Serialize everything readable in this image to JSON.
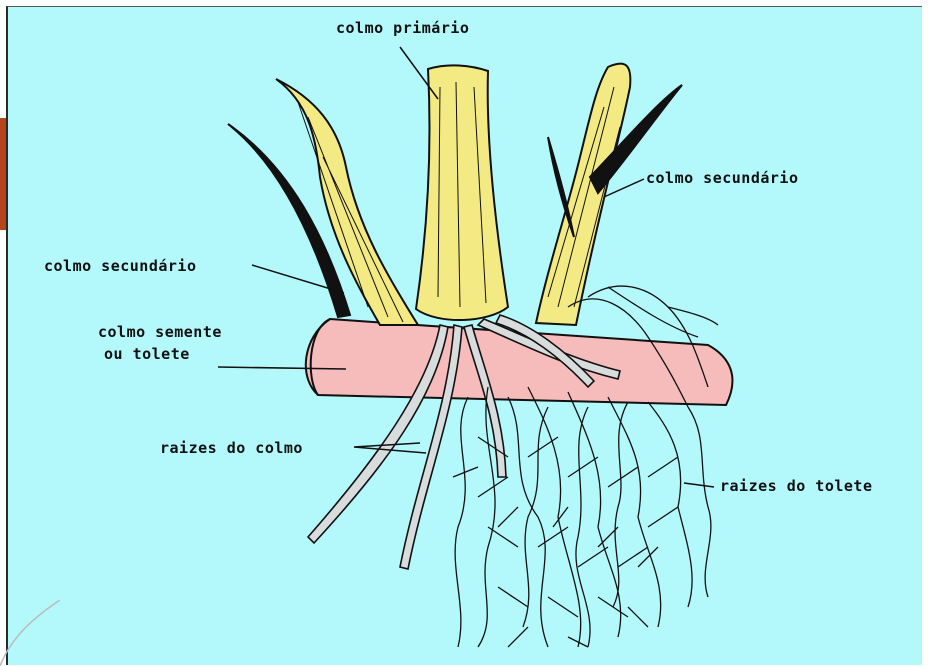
{
  "labels": {
    "colmo_primario": "colmo primário",
    "colmo_secundario_right": "colmo secundário",
    "colmo_secundario_left": "colmo secundário",
    "colmo_semente_line1": "colmo semente",
    "colmo_semente_line2": "ou tolete",
    "raizes_do_colmo": "raizes do colmo",
    "raizes_do_tolete": "raizes do tolete"
  },
  "colors": {
    "background": "#b3f8fb",
    "stalk_fill": "#f4ea83",
    "sett_fill": "#f6bcbc",
    "stalk_root_fill": "#d9dcdc",
    "ink": "#111111",
    "slide_accent": "#b5451e"
  }
}
